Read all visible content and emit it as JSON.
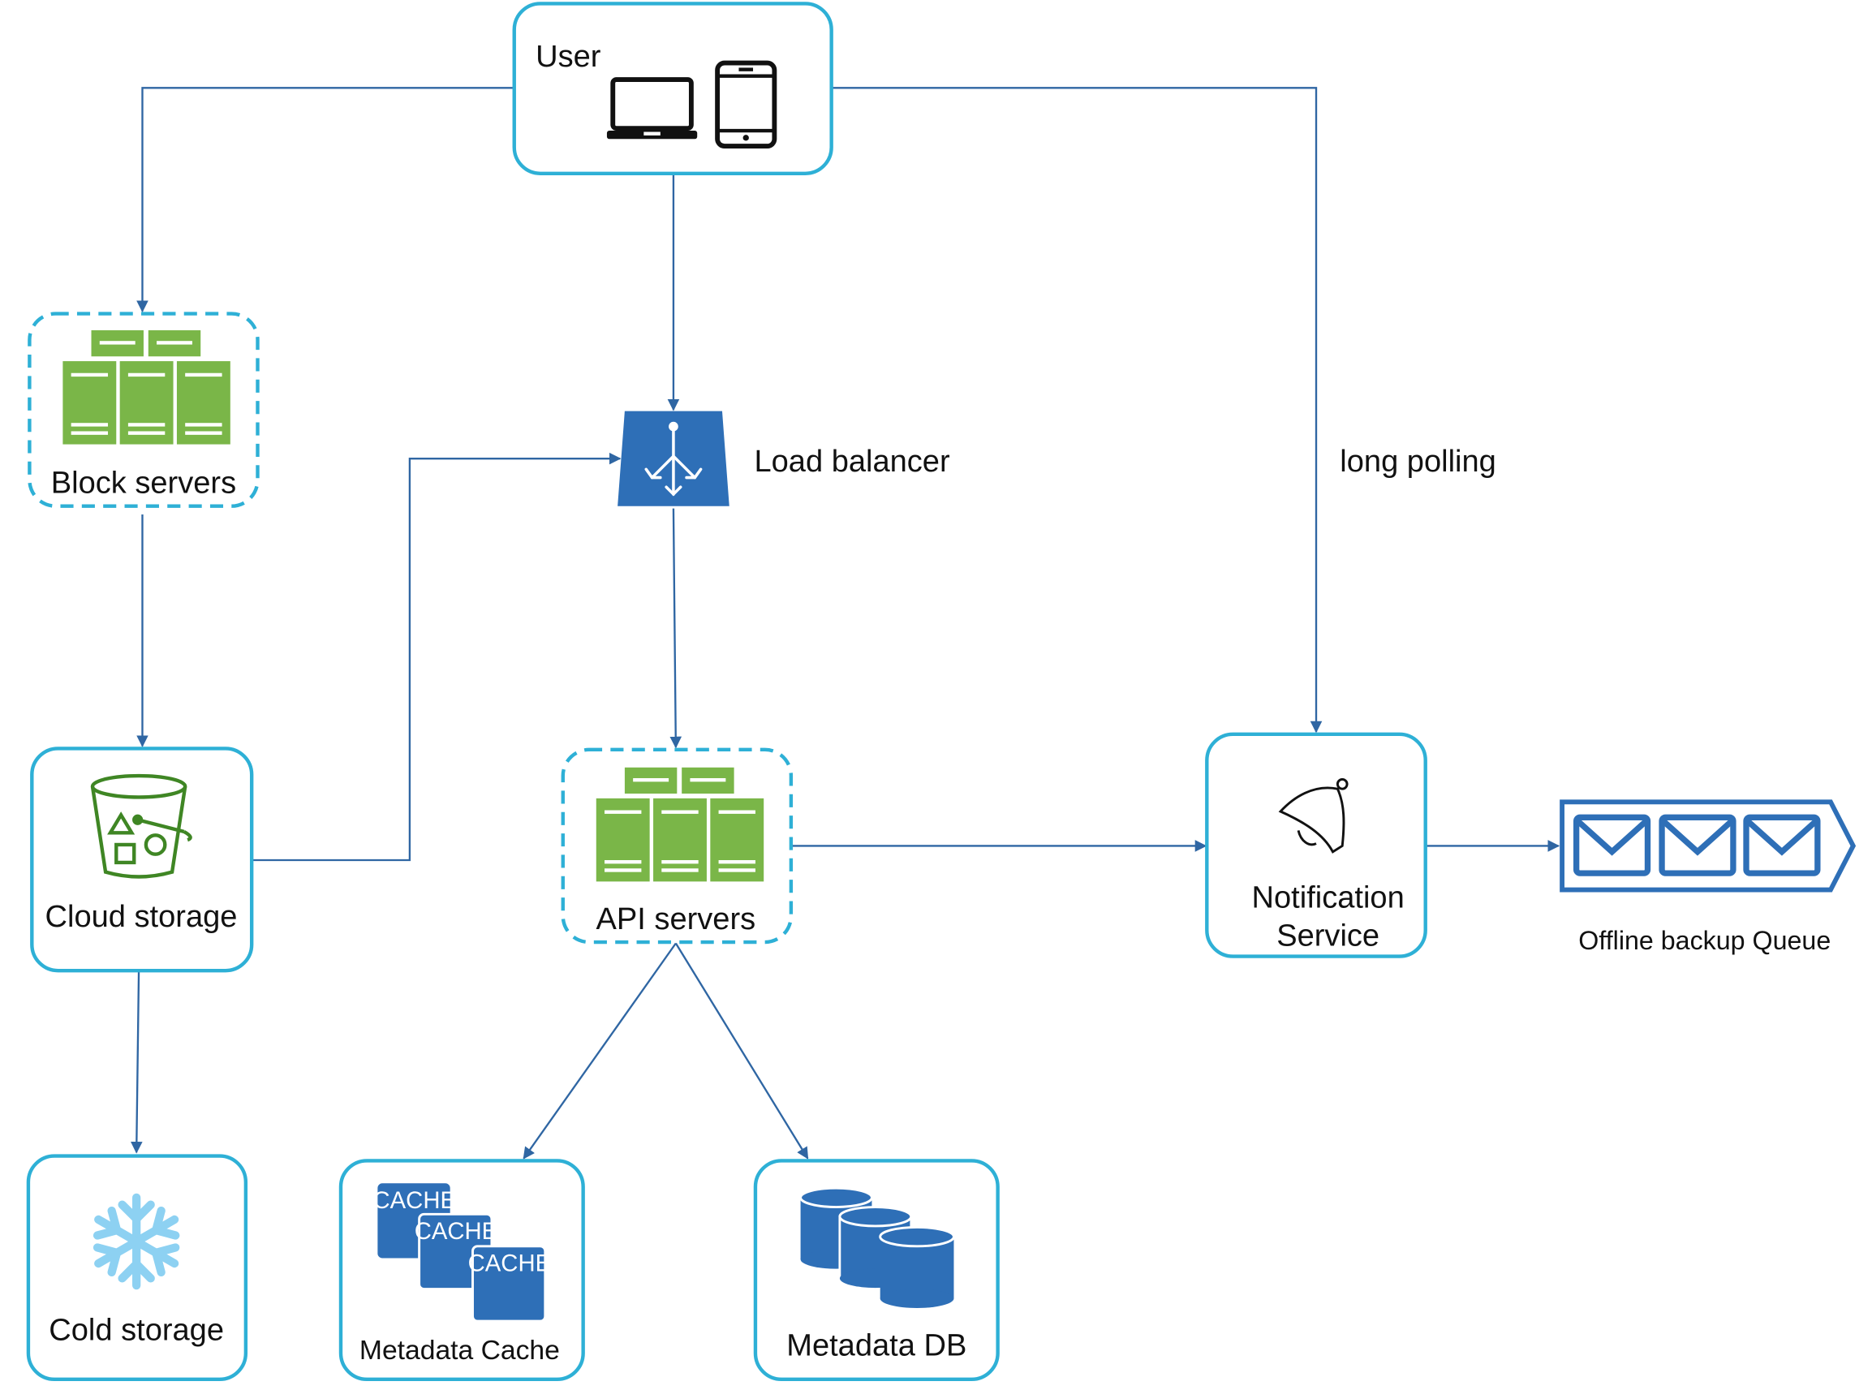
{
  "diagram": {
    "nodes": {
      "user": {
        "label": "User"
      },
      "block_servers": {
        "label": "Block servers"
      },
      "load_balancer": {
        "label": "Load balancer"
      },
      "cloud_storage": {
        "label": "Cloud storage"
      },
      "api_servers": {
        "label": "API servers"
      },
      "notification_service": {
        "label_line1": "Notification",
        "label_line2": "Service"
      },
      "offline_backup_queue": {
        "label": "Offline backup Queue"
      },
      "cold_storage": {
        "label": "Cold storage"
      },
      "metadata_cache": {
        "label": "Metadata Cache",
        "cache_tag": "CACHE"
      },
      "metadata_db": {
        "label": "Metadata DB"
      }
    },
    "edges": [
      {
        "from": "user",
        "to": "block_servers"
      },
      {
        "from": "user",
        "to": "load_balancer"
      },
      {
        "from": "user",
        "to": "notification_service",
        "label": "long polling"
      },
      {
        "from": "block_servers",
        "to": "cloud_storage"
      },
      {
        "from": "cloud_storage",
        "to": "load_balancer"
      },
      {
        "from": "load_balancer",
        "to": "api_servers"
      },
      {
        "from": "api_servers",
        "to": "notification_service"
      },
      {
        "from": "notification_service",
        "to": "offline_backup_queue"
      },
      {
        "from": "cloud_storage",
        "to": "cold_storage"
      },
      {
        "from": "api_servers",
        "to": "metadata_cache"
      },
      {
        "from": "api_servers",
        "to": "metadata_db"
      }
    ],
    "colors": {
      "box_border": "#2eb0d6",
      "arrow": "#2f66a3",
      "server_green": "#7ab648",
      "aws_green": "#3f8624",
      "db_blue": "#2e6fb7",
      "snow": "#8dd1f2",
      "text": "#111111"
    }
  }
}
